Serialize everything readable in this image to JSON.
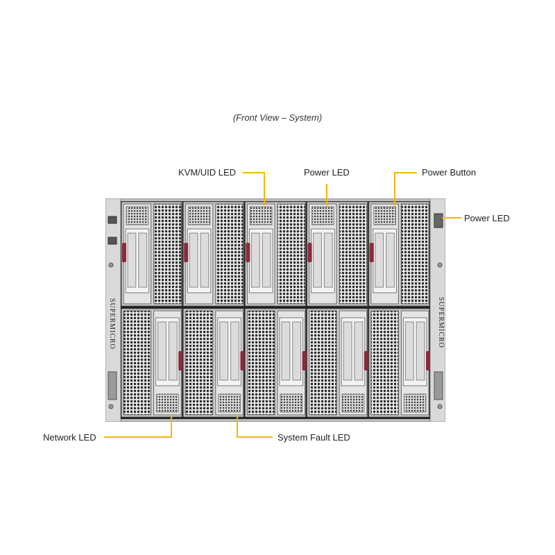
{
  "caption": "(Front View – System)",
  "callouts": {
    "kvm_uid_led": "KVM/UID LED",
    "power_led_top": "Power LED",
    "power_button": "Power Button",
    "power_led_right": "Power LED",
    "network_led": "Network LED",
    "system_fault_led": "System Fault LED"
  },
  "brand": "SUPERMICRO",
  "colors": {
    "leader": "#f2b705",
    "chassis": "#cfcfcf",
    "handle": "#8a2b3b",
    "grille": "#2a2a2a"
  },
  "chassis": {
    "node_columns": 5,
    "node_rows": 2
  }
}
